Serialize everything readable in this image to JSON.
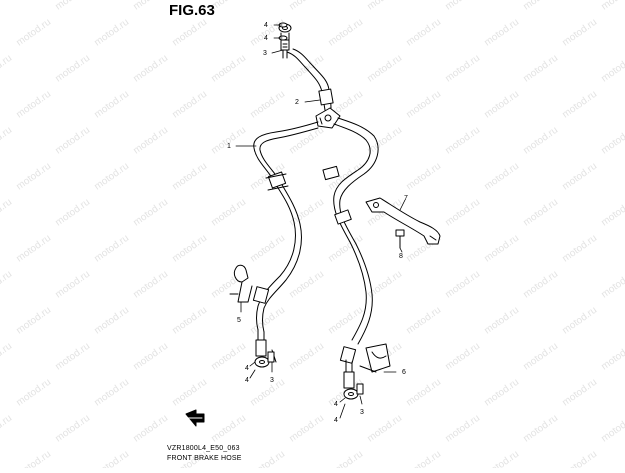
{
  "figure": {
    "title": "FIG.63",
    "code": "VZR1800L4_E50_063",
    "name": "FRONT BRAKE HOSE"
  },
  "watermark": {
    "text": "motod.ru",
    "color": "#e3e3e3"
  },
  "callouts": {
    "c1": "1",
    "c2": "2",
    "c3_top": "3",
    "c4_top": "4",
    "c5": "5",
    "c6": "6",
    "c7": "7",
    "c8": "8",
    "c4_lower_a": "4",
    "c4_lower_b": "4",
    "c3_lower_a": "3",
    "c4_bottom_a": "4",
    "c4_bottom_b": "4",
    "c3_bottom": "3"
  },
  "icons": {
    "forward_arrow": "front-direction-arrow-icon"
  },
  "colors": {
    "line": "#000000",
    "background": "#ffffff"
  }
}
